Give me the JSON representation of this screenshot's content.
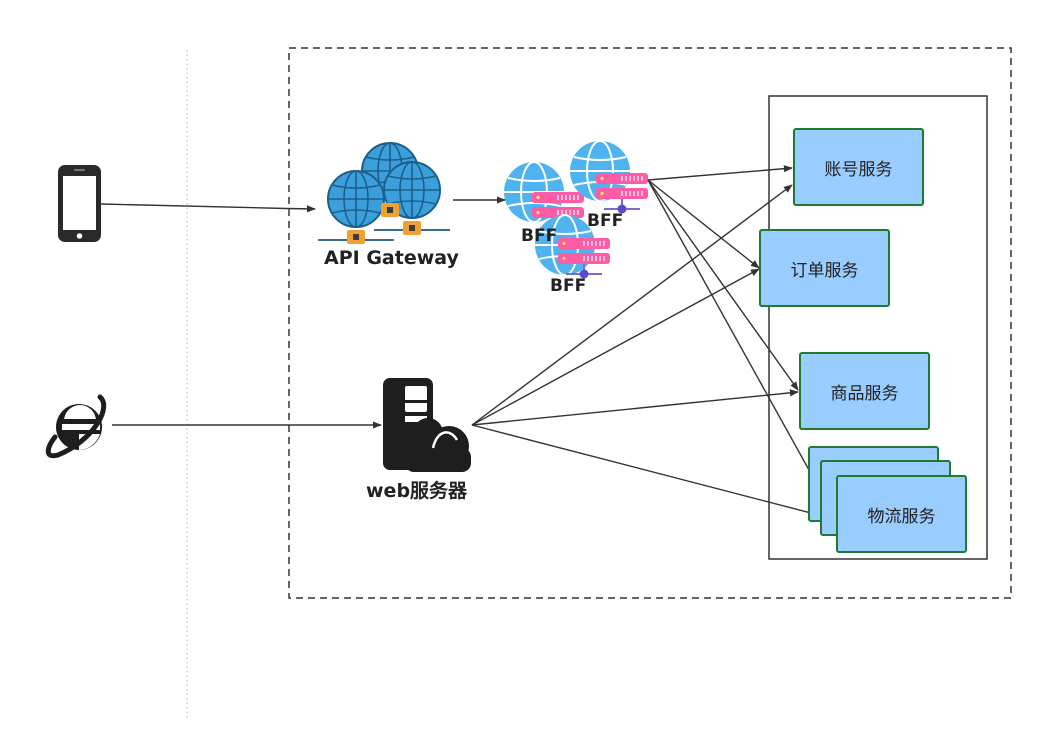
{
  "labels": {
    "api_gateway": "API Gateway",
    "bff_1": "BFF",
    "bff_2": "BFF",
    "bff_3": "BFF",
    "web_server": "web服务器"
  },
  "services": {
    "account": "账号服务",
    "order": "订单服务",
    "product": "商品服务",
    "logistics": "物流服务"
  },
  "icons": {
    "client_mobile": "mobile-phone-icon",
    "client_browser": "internet-explorer-icon",
    "gateway": "globe-cluster-icon",
    "bff": "globe-server-icon",
    "web_server": "server-cloud-icon"
  },
  "colors": {
    "service_fill": "#99ccff",
    "service_border": "#1e7a2e",
    "globe_blue": "#3b9fdc",
    "server_pink": "#ff5ca8",
    "gateway_lock": "#f0a030",
    "line": "#333333"
  }
}
